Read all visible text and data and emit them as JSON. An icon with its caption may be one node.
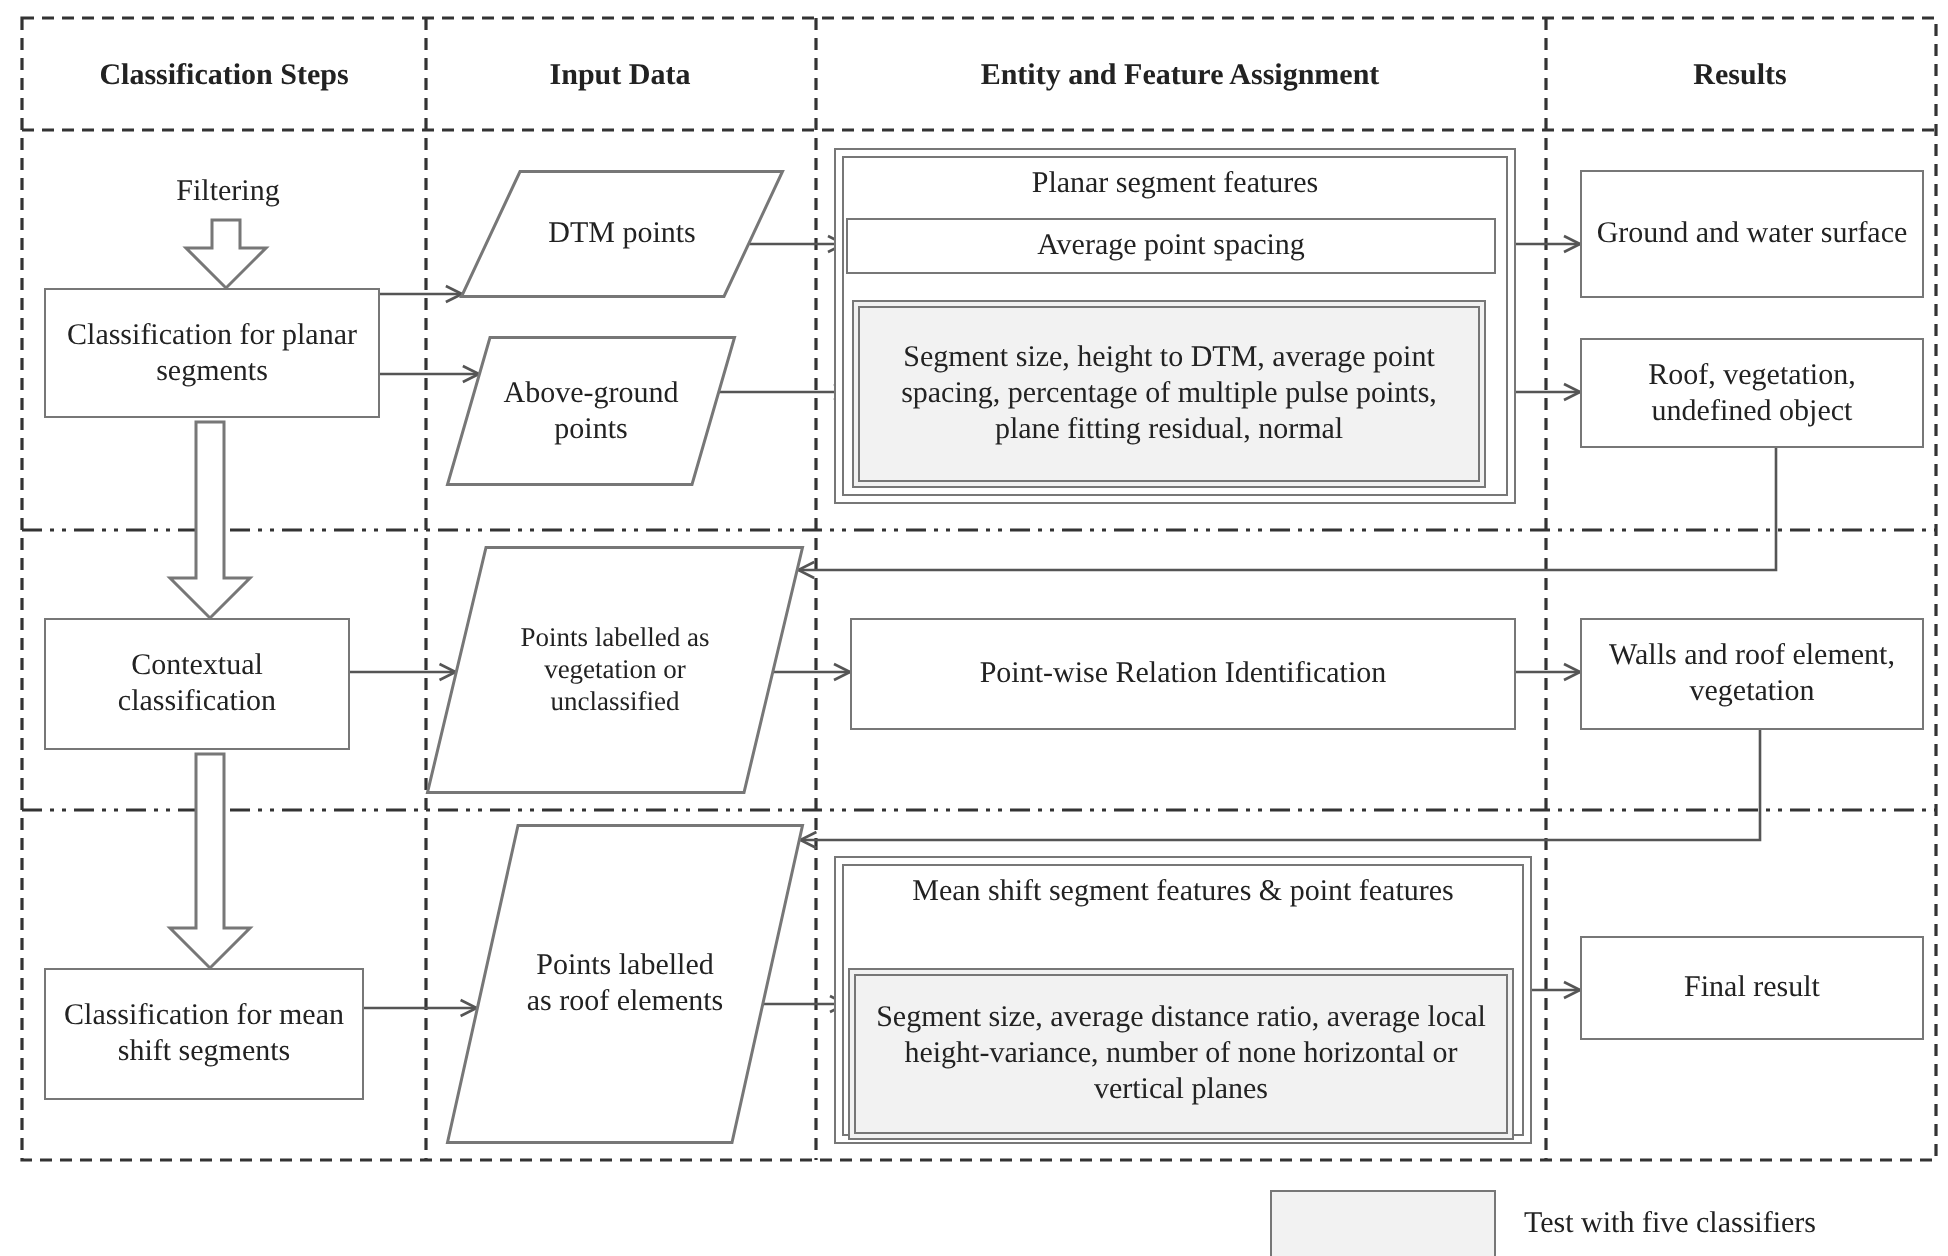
{
  "diagram": {
    "nodes": [
      {
        "text": [
          "Filtering"
        ]
      },
      {
        "text": [
          "Classification for planar segments"
        ]
      },
      {
        "text": [
          "DTM points"
        ]
      },
      {
        "text": [
          "Above-ground points"
        ]
      },
      {
        "text": [
          "Planar segment features"
        ]
      },
      {
        "text": [
          "Average point spacing"
        ],
        "in": 4
      },
      {
        "text": [
          "Segment size, height to DTM, average point spacing, percentage of multiple pulse points, plane fitting residual, normal"
        ],
        "in": 4
      },
      {
        "text": [
          "Ground and water surface"
        ]
      },
      {
        "text": [
          "Roof, vegetation, undefined object"
        ]
      },
      {
        "text": [
          "Contextual classification"
        ]
      },
      {
        "text": [
          "Points labelled as vegetation or unclassified"
        ]
      },
      {
        "text": [
          "Point-wise Relation Identification"
        ]
      },
      {
        "text": [
          "Walls and roof element, vegetation"
        ]
      },
      {
        "text": [
          "Classification for mean shift segments"
        ]
      },
      {
        "text": [
          "Points labelled as roof elements"
        ]
      },
      {
        "text": [
          "Mean shift segment features & point features"
        ]
      },
      {
        "text": [
          "Segment size, average distance ratio, average local height-variance, number of none horizontal or vertical planes"
        ],
        "in": 15
      },
      {
        "text": [
          "Final result"
        ]
      }
    ],
    "edges": [
      {
        "from": 0,
        "to": 1,
        "arrow": "to",
        "style": "thick"
      },
      {
        "from": 1,
        "to": 2,
        "arrow": "to"
      },
      {
        "from": 1,
        "to": 3,
        "arrow": "to"
      },
      {
        "from": 2,
        "to": 5,
        "arrow": "to"
      },
      {
        "from": 3,
        "to": 6,
        "arrow": "to"
      },
      {
        "from": 5,
        "to": 7,
        "arrow": "to"
      },
      {
        "from": 6,
        "to": 8,
        "arrow": "to"
      },
      {
        "from": 8,
        "to": 10,
        "arrow": "to"
      },
      {
        "from": 1,
        "to": 9,
        "arrow": "to",
        "style": "thick"
      },
      {
        "from": 9,
        "to": 10,
        "arrow": "to"
      },
      {
        "from": 10,
        "to": 11,
        "arrow": "to"
      },
      {
        "from": 11,
        "to": 12,
        "arrow": "to"
      },
      {
        "from": 12,
        "to": 14,
        "arrow": "to"
      },
      {
        "from": 9,
        "to": 13,
        "arrow": "to",
        "style": "thick"
      },
      {
        "from": 13,
        "to": 14,
        "arrow": "to"
      },
      {
        "from": 14,
        "to": 16,
        "arrow": "to"
      },
      {
        "from": 16,
        "to": 17,
        "arrow": "to"
      }
    ],
    "labels": [
      "Classification Steps",
      "Input Data",
      "Entity and Feature Assignment",
      "Results"
    ],
    "legend": [
      {
        "text": "Test with five classifiers",
        "color": "#f2f2f2"
      }
    ]
  }
}
